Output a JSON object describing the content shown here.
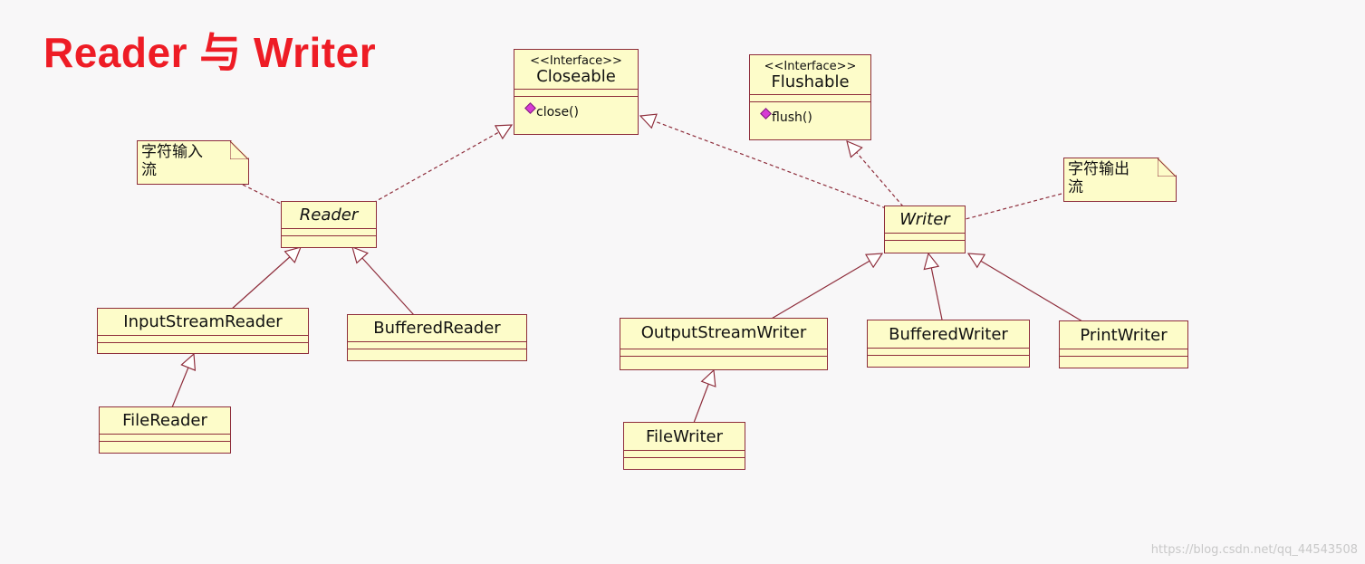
{
  "title": "Reader 与 Writer",
  "classes": {
    "closeable": {
      "stereotype": "<<Interface>>",
      "name": "Closeable",
      "operation": "close()"
    },
    "flushable": {
      "stereotype": "<<Interface>>",
      "name": "Flushable",
      "operation": "flush()"
    },
    "reader": {
      "name": "Reader"
    },
    "writer": {
      "name": "Writer"
    },
    "input_stream_reader": {
      "name": "InputStreamReader"
    },
    "buffered_reader": {
      "name": "BufferedReader"
    },
    "file_reader": {
      "name": "FileReader"
    },
    "output_stream_writer": {
      "name": "OutputStreamWriter"
    },
    "buffered_writer": {
      "name": "BufferedWriter"
    },
    "print_writer": {
      "name": "PrintWriter"
    },
    "file_writer": {
      "name": "FileWriter"
    }
  },
  "notes": {
    "input": {
      "line1": "字符输入",
      "line2": "流"
    },
    "output": {
      "line1": "字符输出",
      "line2": "流"
    }
  },
  "watermark": "https://blog.csdn.net/qq_44543508",
  "colors": {
    "title": "#ee1c25",
    "box_fill": "#fdfcc9",
    "box_border": "#8e2d3b",
    "connector": "#8e2d3b"
  }
}
